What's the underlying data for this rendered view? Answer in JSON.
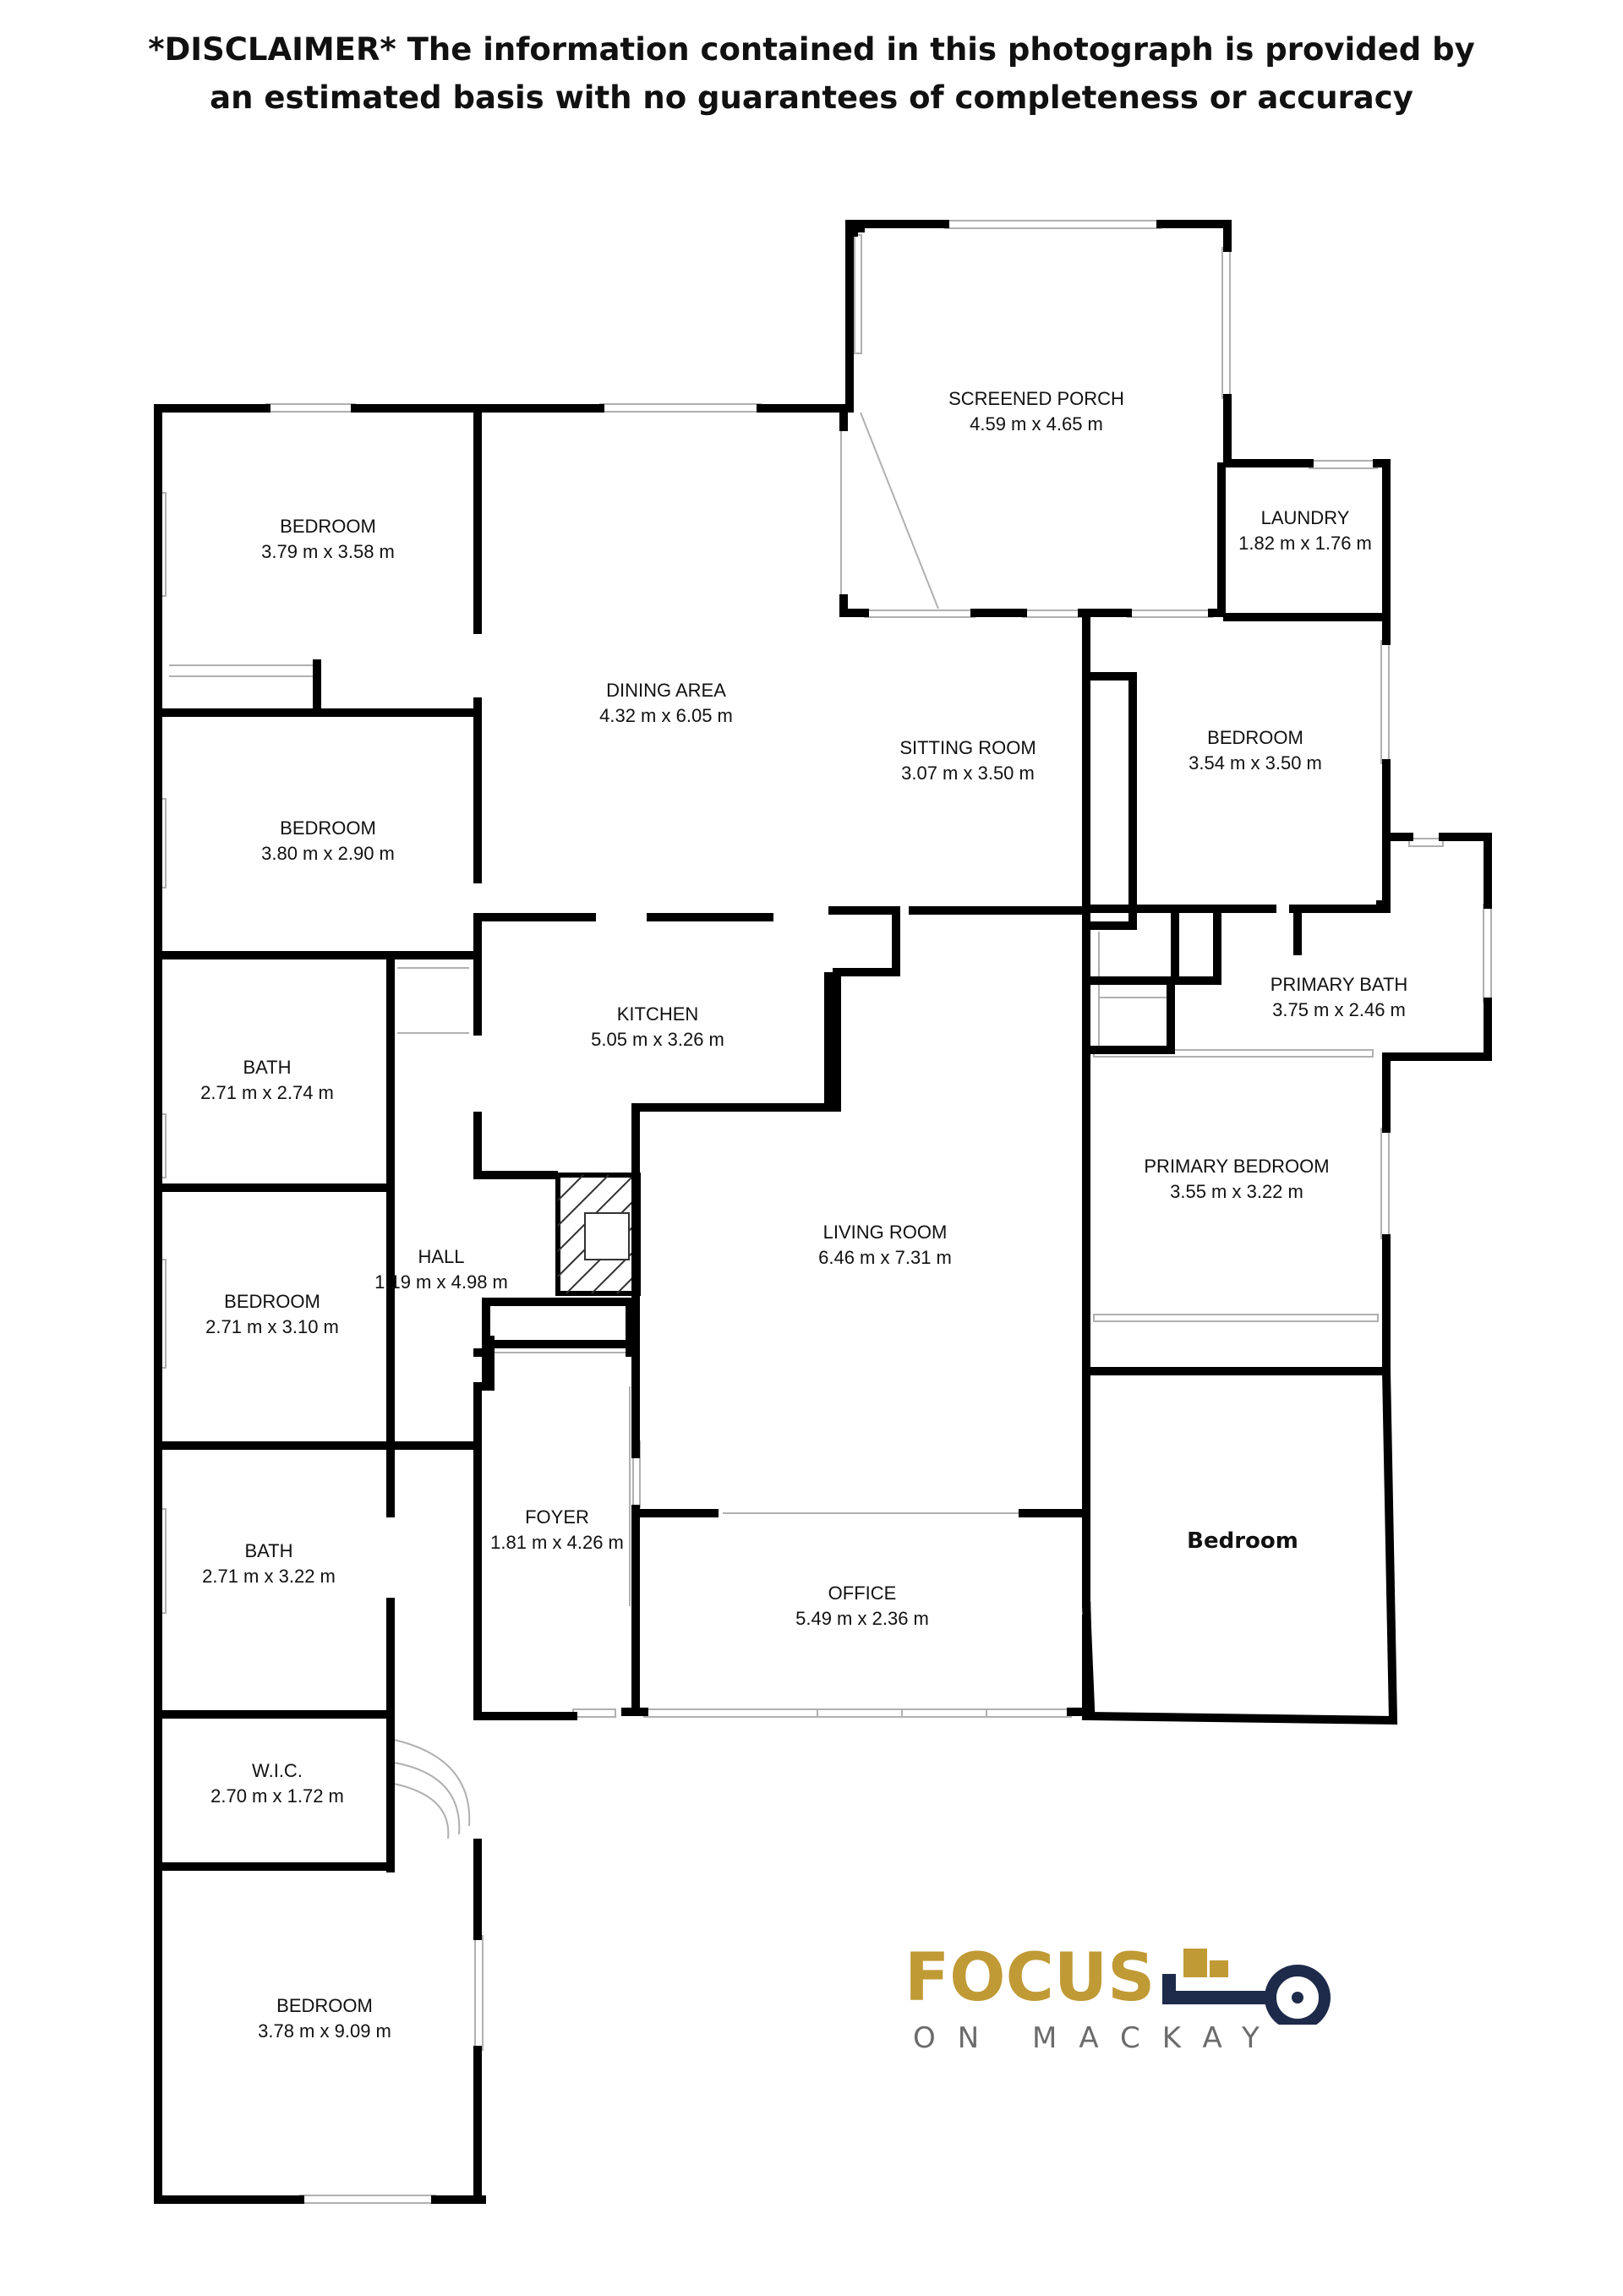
{
  "disclaimer": {
    "line1": "*DISCLAIMER* The information contained in this photograph is provided by",
    "line2": "an estimated basis with no guarantees of completeness or accuracy"
  },
  "rooms": [
    {
      "name": "SCREENED PORCH",
      "dims": "4.59 m x 4.65 m"
    },
    {
      "name": "LAUNDRY",
      "dims": "1.82 m x 1.76 m"
    },
    {
      "name": "BEDROOM",
      "dims": "3.79 m x 3.58 m"
    },
    {
      "name": "DINING AREA",
      "dims": "4.32 m x 6.05 m"
    },
    {
      "name": "SITTING ROOM",
      "dims": "3.07 m x 3.50 m"
    },
    {
      "name": "BEDROOM",
      "dims": "3.54 m x 3.50 m"
    },
    {
      "name": "BEDROOM",
      "dims": "3.80 m x 2.90 m"
    },
    {
      "name": "KITCHEN",
      "dims": "5.05 m x 3.26 m"
    },
    {
      "name": "PRIMARY BATH",
      "dims": "3.75 m x 2.46 m"
    },
    {
      "name": "BATH",
      "dims": "2.71 m x 2.74 m"
    },
    {
      "name": "PRIMARY BEDROOM",
      "dims": "3.55 m x 3.22 m"
    },
    {
      "name": "LIVING ROOM",
      "dims": "6.46 m x 7.31 m"
    },
    {
      "name": "HALL",
      "dims": "1.19 m x 4.98 m"
    },
    {
      "name": "BEDROOM",
      "dims": "2.71 m x 3.10 m"
    },
    {
      "name": "FOYER",
      "dims": "1.81 m x 4.26 m"
    },
    {
      "name": "BATH",
      "dims": "2.71 m x 3.22 m"
    },
    {
      "name": "OFFICE",
      "dims": "5.49 m x 2.36 m"
    },
    {
      "name": "W.I.C.",
      "dims": "2.70 m x 1.72 m"
    },
    {
      "name": "BEDROOM",
      "dims": "3.78 m x 9.09 m"
    },
    {
      "name": "Bedroom",
      "dims": ""
    }
  ],
  "logo": {
    "word": "FOCUS",
    "subtitle": "ON MACKAY",
    "gold": "#c09a35",
    "navy": "#1e2a4a",
    "gray": "#6b6b6b"
  },
  "colors": {
    "wall": "#000000",
    "window": "#b8b8b8",
    "text": "#111111"
  }
}
